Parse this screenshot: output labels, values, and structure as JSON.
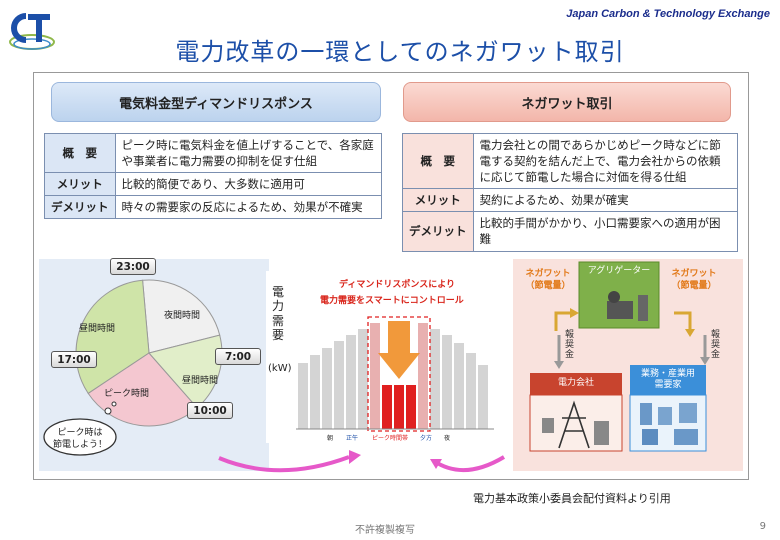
{
  "org": "Japan Carbon & Technology Exchange",
  "title": "電力改革の一環としてのネガワット取引",
  "left": {
    "heading": "電気料金型ディマンドリスポンス",
    "rows": [
      {
        "label": "概　要",
        "text": "ピーク時に電気料金を値上げすることで、各家庭や事業者に電力需要の抑制を促す仕組"
      },
      {
        "label": "メリット",
        "text": "比較的簡便であり、大多数に適用可"
      },
      {
        "label": "デメリット",
        "text": "時々の需要家の反応によるため、効果が不確実"
      }
    ]
  },
  "right": {
    "heading": "ネガワット取引",
    "rows": [
      {
        "label": "概　要",
        "text": "電力会社との間であらかじめピーク時などに節電する契約を結んだ上で、電力会社からの依頼に応じて節電した場合に対価を得る仕組"
      },
      {
        "label": "メリット",
        "text": "契約によるため、効果が確実"
      },
      {
        "label": "デメリット",
        "text": "比較的手間がかかり、小口需要家への適用が困難"
      }
    ]
  },
  "clock": {
    "segments": [
      "夜間時間",
      "昼間時間",
      "ピーク時間",
      "昼間時間"
    ],
    "times": [
      "23:00",
      "17:00",
      "7:00",
      "10:00"
    ],
    "bubble": [
      "ピーク時は",
      "節電しよう！"
    ]
  },
  "demand_chart": {
    "caption1": "ディマンドリスポンスにより",
    "caption2": "電力需要をスマートにコントロール",
    "ylabel": [
      "電",
      "力",
      "需",
      "要"
    ],
    "yunit": "(kW)",
    "xlabels": [
      "朝",
      "正午",
      "ピーク時間帯",
      "夕方",
      "夜"
    ]
  },
  "negawatt_diagram": {
    "aggregator": "アグリゲーター",
    "negawatt_left": [
      "ネガワット",
      "（節電量）"
    ],
    "negawatt_right": [
      "ネガワット",
      "（節電量）"
    ],
    "reward": "報奨金",
    "utility": "電力会社",
    "consumer": [
      "業務・産業用",
      "需要家"
    ]
  },
  "citation": "電力基本政策小委員会配付資料より引用",
  "footer": "不許複製複写",
  "page_number": "9"
}
